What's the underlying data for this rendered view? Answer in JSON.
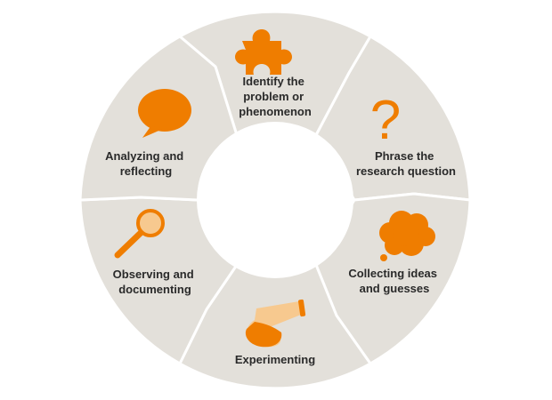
{
  "colors": {
    "segment": "#e3e0da",
    "divider": "#ffffff",
    "accent": "#ef7d00",
    "accent_light": "#f7c98f"
  },
  "steps": [
    {
      "id": "identify",
      "icon": "puzzle-icon",
      "lines": [
        "Identify the",
        "problem or",
        "phenomenon"
      ]
    },
    {
      "id": "phrase",
      "icon": "question-mark-icon",
      "lines": [
        "Phrase the",
        "research question"
      ]
    },
    {
      "id": "collect",
      "icon": "thought-cloud-icon",
      "lines": [
        "Collecting ideas",
        "and guesses"
      ]
    },
    {
      "id": "experiment",
      "icon": "flask-icon",
      "lines": [
        "Experimenting"
      ]
    },
    {
      "id": "observe",
      "icon": "magnifier-icon",
      "lines": [
        "Observing and",
        "documenting"
      ]
    },
    {
      "id": "analyze",
      "icon": "speech-bubble-icon",
      "lines": [
        "Analyzing and",
        "reflecting"
      ]
    }
  ]
}
